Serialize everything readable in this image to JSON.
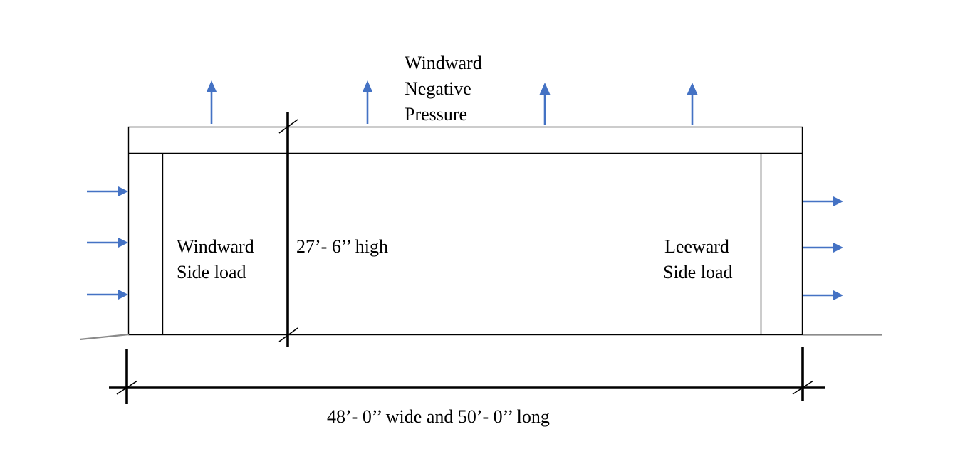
{
  "labels": {
    "uplift_pressure": {
      "line1": "Windward",
      "line2": "Negative",
      "line3": "Pressure"
    },
    "windward_side": {
      "line1": "Windward",
      "line2": "Side load"
    },
    "leeward_side": {
      "line1": "Leeward",
      "line2": "Side load"
    },
    "height_dimension": "27’- 6’’ high",
    "plan_dimension": "48’- 0’’ wide and 50’- 0’’ long"
  },
  "colors": {
    "arrow": "#4472C4",
    "line": "#000000",
    "ground": "#8A8A8A"
  }
}
